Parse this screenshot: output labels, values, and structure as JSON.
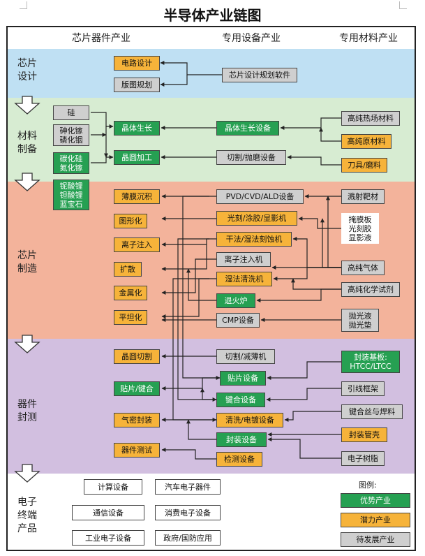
{
  "title": "半导体产业链图",
  "columns": [
    "芯片器件产业",
    "专用设备产业",
    "专用材料产业"
  ],
  "stages": [
    "芯片\n设计",
    "材料\n制备",
    "芯片\n制造",
    "器件\n封测",
    "电子\n终端\n产品"
  ],
  "boxes": {
    "circuit_design": "电路设计",
    "layout_plan": "版图规划",
    "design_software": "芯片设计规划软件",
    "silicon": "硅",
    "gaas_inp": "砷化镓\n磷化铟",
    "sic_gan": "碳化硅\n氮化镓",
    "linbo_litao": "铌酸锂\n钽酸锂\n蓝宝石",
    "crystal_growth": "晶体生长",
    "wafer_process": "晶圆加工",
    "crystal_growth_eq": "晶体生长设备",
    "cut_polish_eq": "切割/抛磨设备",
    "thermal_material": "高纯热场材料",
    "raw_material": "高纯原材料",
    "tools_abrasive": "刀具/磨料",
    "thin_film": "薄膜沉积",
    "patterning": "图形化",
    "ion_implant": "离子注入",
    "diffusion": "扩散",
    "metallization": "金属化",
    "planarization": "平坦化",
    "pvd_cvd": "PVD/CVD/ALD设备",
    "litho": "光刻/涂胶/显影机",
    "etch": "干法/湿法刻蚀机",
    "implanter": "离子注入机",
    "wet_clean": "湿法清洗机",
    "anneal": "退火炉",
    "cmp": "CMP设备",
    "sputter_target": "溅射靶材",
    "mask_resist": "掩膜板\n光刻胶\n显影液",
    "gas": "高纯气体",
    "chemicals": "高纯化学试剂",
    "polish_liquid": "抛光液\n抛光垫",
    "wafer_dicing": "晶圆切割",
    "die_attach": "贴片/键合",
    "hermetic_seal": "气密封装",
    "device_test": "器件测试",
    "cut_thin": "切割/减薄机",
    "die_attach_eq": "贴片设备",
    "bonding_eq": "键合设备",
    "clean_plating_eq": "清洗/电镀设备",
    "packaging_eq": "封装设备",
    "inspection_eq": "检测设备",
    "pkg_substrate": "封装基板:\nHTCC/LTCC",
    "lead_frame": "引线框架",
    "bond_wire": "键合丝与焊料",
    "pkg_shell": "封装管壳",
    "resin": "电子树脂"
  },
  "products": [
    "计算设备",
    "汽车电子器件",
    "通信设备",
    "消费电子设备",
    "工业电子设备",
    "政府/国防应用"
  ],
  "legend": {
    "title": "图例:",
    "items": [
      "优势产业",
      "潜力产业",
      "待发展产业"
    ]
  },
  "colors": {
    "advantage": "#26a052",
    "potential": "#f6b33a",
    "to_develop": "#cfcfcf",
    "band_design": "#bfe0f3",
    "band_material": "#d7ecd2",
    "band_fab": "#f3b39b",
    "band_package": "#d2bfe0"
  }
}
